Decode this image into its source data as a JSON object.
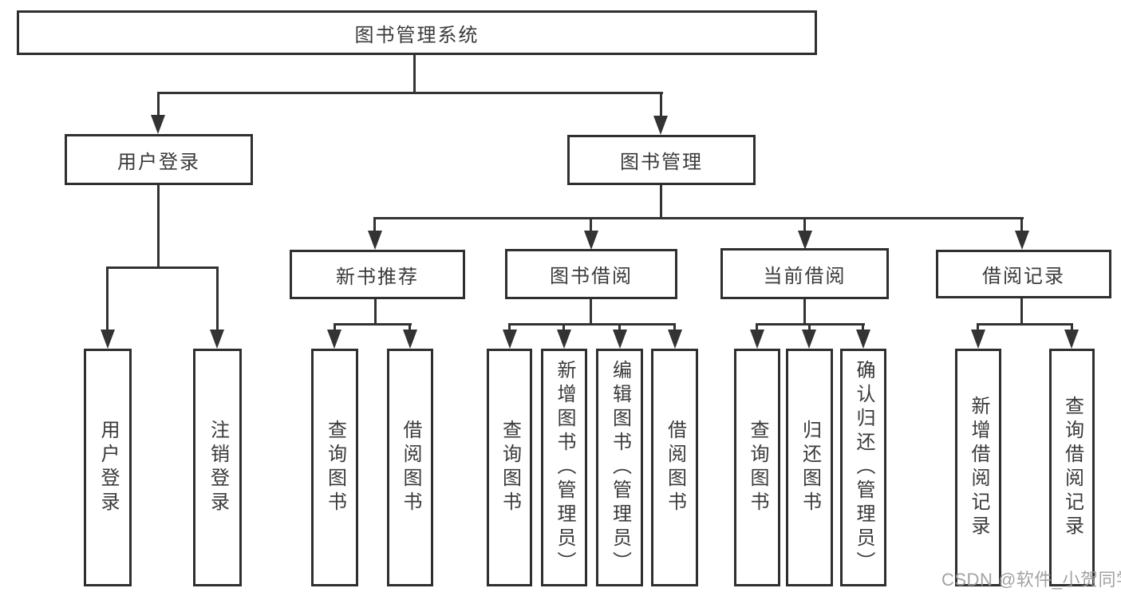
{
  "diagram_type": "tree",
  "nodes": {
    "root": {
      "label": "图书管理系统",
      "children": [
        "用户登录",
        "图书管理"
      ]
    },
    "user_login": {
      "label": "用户登录",
      "children": [
        "用户登录",
        "注销登录"
      ]
    },
    "book_mgmt": {
      "label": "图书管理",
      "children": [
        "新书推荐",
        "图书借阅",
        "当前借阅",
        "借阅记录"
      ]
    },
    "new_book_rec": {
      "label": "新书推荐",
      "children": [
        "查询图书",
        "借阅图书"
      ]
    },
    "book_borrow": {
      "label": "图书借阅",
      "children": [
        "查询图书",
        "新增图书（管理员）",
        "编辑图书（管理员）",
        "借阅图书"
      ]
    },
    "current_borrow": {
      "label": "当前借阅",
      "children": [
        "查询图书",
        "归还图书",
        "确认归还（管理员）"
      ]
    },
    "borrow_records": {
      "label": "借阅记录",
      "children": [
        "新增借阅记录",
        "查询借阅记录"
      ]
    }
  },
  "leaves": [
    {
      "parent": "用户登录",
      "label": "用户登录"
    },
    {
      "parent": "用户登录",
      "label": "注销登录"
    },
    {
      "parent": "新书推荐",
      "label": "查询图书"
    },
    {
      "parent": "新书推荐",
      "label": "借阅图书"
    },
    {
      "parent": "图书借阅",
      "label": "查询图书"
    },
    {
      "parent": "图书借阅",
      "label": "新增图书（管理员）"
    },
    {
      "parent": "图书借阅",
      "label": "编辑图书（管理员）"
    },
    {
      "parent": "图书借阅",
      "label": "借阅图书"
    },
    {
      "parent": "当前借阅",
      "label": "查询图书"
    },
    {
      "parent": "当前借阅",
      "label": "归还图书"
    },
    {
      "parent": "当前借阅",
      "label": "确认归还（管理员）"
    },
    {
      "parent": "借阅记录",
      "label": "新增借阅记录"
    },
    {
      "parent": "借阅记录",
      "label": "查询借阅记录"
    }
  ],
  "watermark": {
    "text": "CSDN @软件_小贺同学"
  },
  "colors": {
    "line": "#333333",
    "box_border": "#2f2f2f",
    "text": "#3a3a3a",
    "watermark": "#9b9b9b",
    "background": "#ffffff"
  }
}
